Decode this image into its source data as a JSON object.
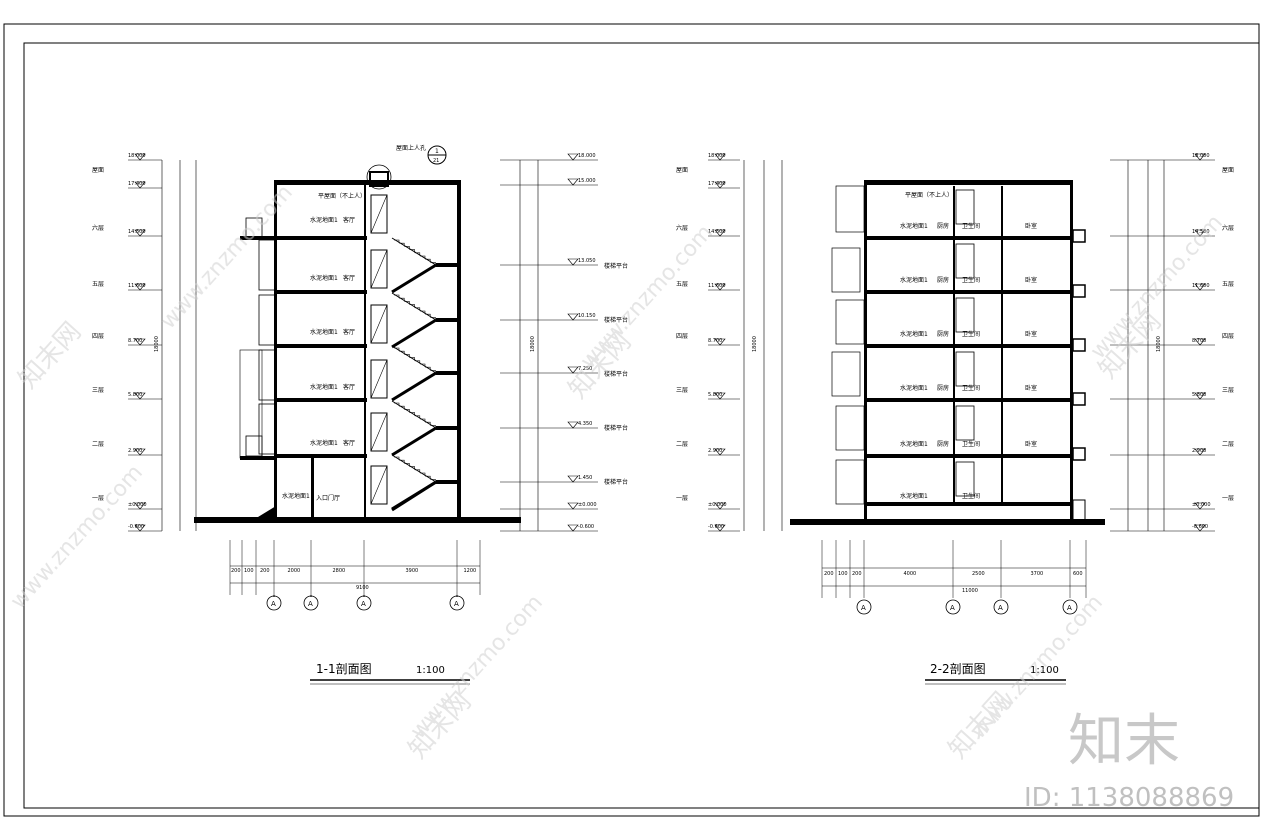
{
  "section_left": {
    "title": "1-1剖面图",
    "scale": "1:100",
    "grid_label": "A",
    "annotation": "屋面上人孔",
    "annotation_ref": "1",
    "annotation_ref_sub": "21",
    "roof_label": "平屋面（不上人）",
    "room_label": "客厅",
    "floor_label": "水泥地面1",
    "stair_hall_label": "入口门厅",
    "elev_left": [
      "18.000",
      "17.400",
      "14.500",
      "11.600",
      "8.700",
      "5.800",
      "2.900",
      "±0.000",
      "-0.600"
    ],
    "floor_names_left": [
      "屋面",
      "六层",
      "五层",
      "四层",
      "三层",
      "二层",
      "一层"
    ],
    "elev_right": [
      "18.000",
      "15.000",
      "13.050",
      "10.150",
      "7.250",
      "4.350",
      "1.450",
      "±0.000",
      "-0.600"
    ],
    "stair_landings": [
      "楼梯平台",
      "楼梯平台",
      "楼梯平台",
      "楼梯平台",
      "楼梯平台"
    ],
    "dims_bottom": [
      "200",
      "100",
      "200",
      "2000",
      "2800",
      "3900",
      "1200"
    ],
    "dim_total": "9100",
    "height_total": "18000"
  },
  "section_right": {
    "title": "2-2剖面图",
    "scale": "1:100",
    "grid_label": "A",
    "roof_label": "平屋面（不上人）",
    "room_labels": [
      "卧室",
      "卫生间",
      "厨房"
    ],
    "floor_label": "水泥地面1",
    "elev_left": [
      "18.000",
      "17.400",
      "14.500",
      "11.600",
      "8.700",
      "5.800",
      "2.900",
      "±0.000",
      "-0.600"
    ],
    "floor_names_left": [
      "屋面",
      "六层",
      "五层",
      "四层",
      "三层",
      "二层",
      "一层"
    ],
    "elev_right": [
      "18.000",
      "14.500",
      "11.600",
      "8.700",
      "5.800",
      "2.900",
      "±0.000",
      "-0.600"
    ],
    "floor_names_right": [
      "屋面",
      "六层",
      "五层",
      "四层",
      "三层",
      "二层",
      "一层"
    ],
    "dims_bottom": [
      "200",
      "100",
      "200",
      "4000",
      "2500",
      "3700",
      "600"
    ],
    "dim_total": "11000",
    "height_total": "18000"
  },
  "watermark": {
    "text": "www.znzmo.com",
    "brand": "知末网",
    "logo": "知末",
    "id_text": "ID: 1138088869"
  }
}
